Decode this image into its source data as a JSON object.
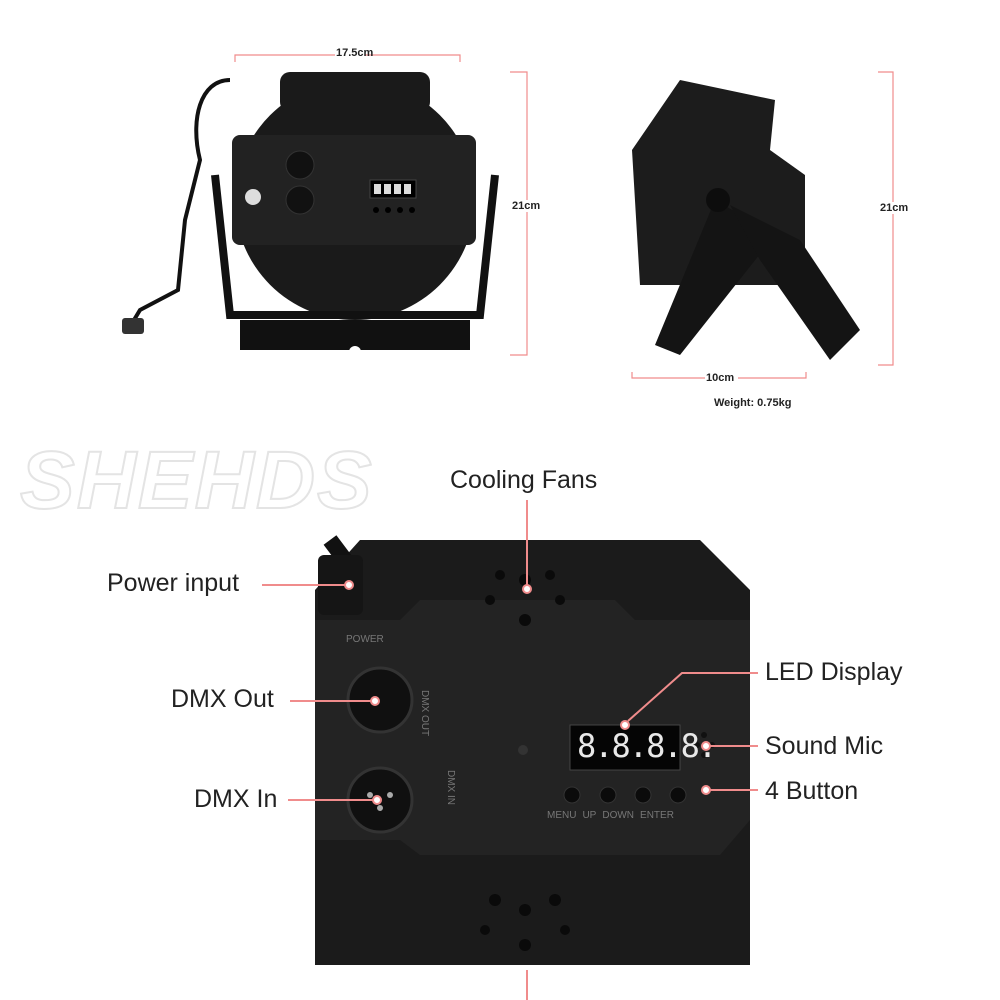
{
  "dimensions": {
    "front_width": "17.5cm",
    "front_height": "21cm",
    "side_height": "21cm",
    "side_depth": "10cm",
    "weight": "Weight: 0.75kg"
  },
  "watermark": "SHEHDS",
  "callouts": {
    "cooling_fans": "Cooling Fans",
    "power_input": "Power input",
    "dmx_out": "DMX Out",
    "dmx_in": "DMX In",
    "led_display": "LED Display",
    "sound_mic": "Sound Mic",
    "four_button": "4 Button"
  },
  "panel": {
    "display_text": "8.8.8.8.",
    "power_label": "POWER",
    "dmx_out_label": "DMX OUT",
    "dmx_in_label": "DMX IN",
    "buttons": [
      "MENU",
      "UP",
      "DOWN",
      "ENTER"
    ]
  },
  "colors": {
    "callout_line": "#f08c8c",
    "device_body": "#1c1c1c",
    "display_digits": "#e8e8e8"
  }
}
